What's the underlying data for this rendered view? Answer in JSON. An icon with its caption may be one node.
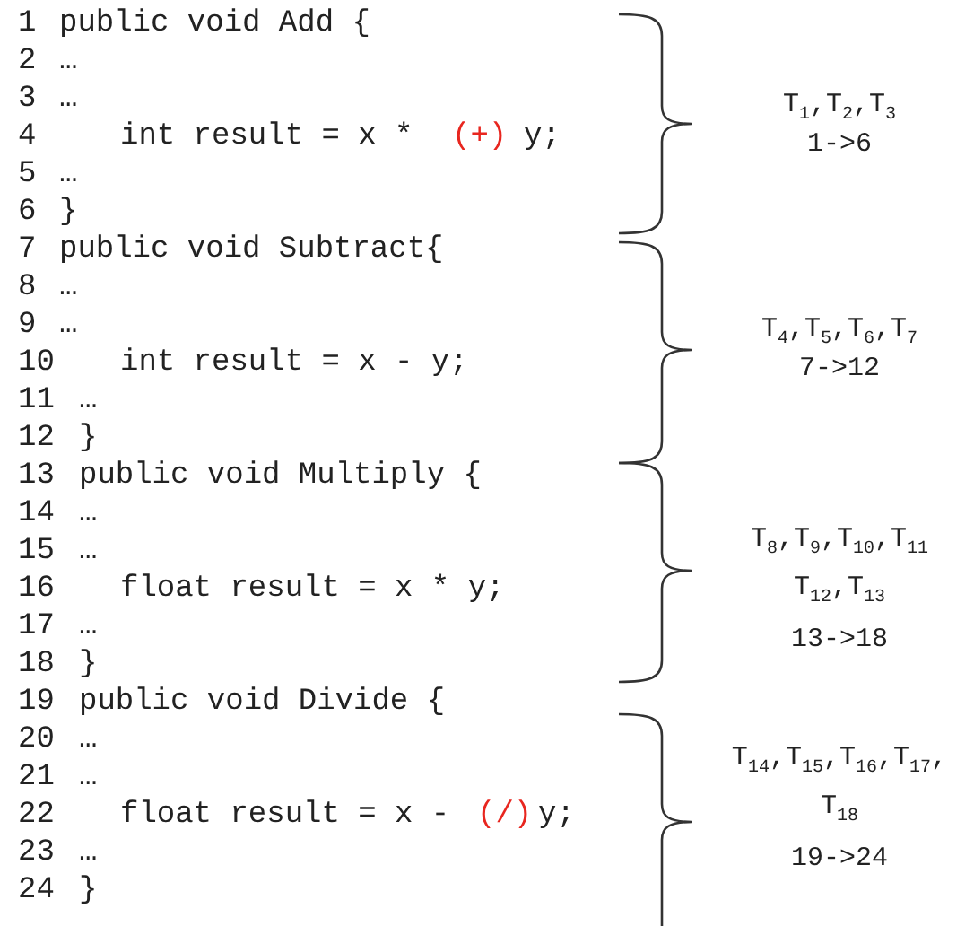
{
  "diagram": {
    "labels": [
      "1",
      "public void Add {",
      "2",
      "…",
      "3",
      "…",
      "4",
      "int result = x *",
      "(+)",
      "y;",
      "5",
      "…",
      "6",
      "}",
      "7",
      "public void Subtract{",
      "8",
      "…",
      "9",
      "…",
      "10",
      "int result = x - y;",
      "11",
      "…",
      "12",
      "}",
      "13",
      "public void Multiply {",
      "14",
      "…",
      "15",
      "…",
      "16",
      "float result = x * y;",
      "17",
      "…",
      "18",
      "}",
      "19",
      "public void Divide {",
      "20",
      "…",
      "21",
      "…",
      "22",
      "float result = x -",
      "(/)",
      "y;",
      "23",
      "…",
      "24",
      "}",
      "T$_{1}$,T$_{2}$,T$_{3}$",
      "1->6",
      "T$_{4}$,T$_{5}$,T$_{6}$,T$_{7}$",
      "7->12",
      "T$_{8}$,T$_{9}$,T$_{10}$,T$_{11}$ T$_{12}$,T$_{13}$",
      "13->18",
      "T$_{14}$,T$_{15}$,T$_{16}$,T$_{17}$, T$_{18}$",
      "19->24"
    ]
  }
}
